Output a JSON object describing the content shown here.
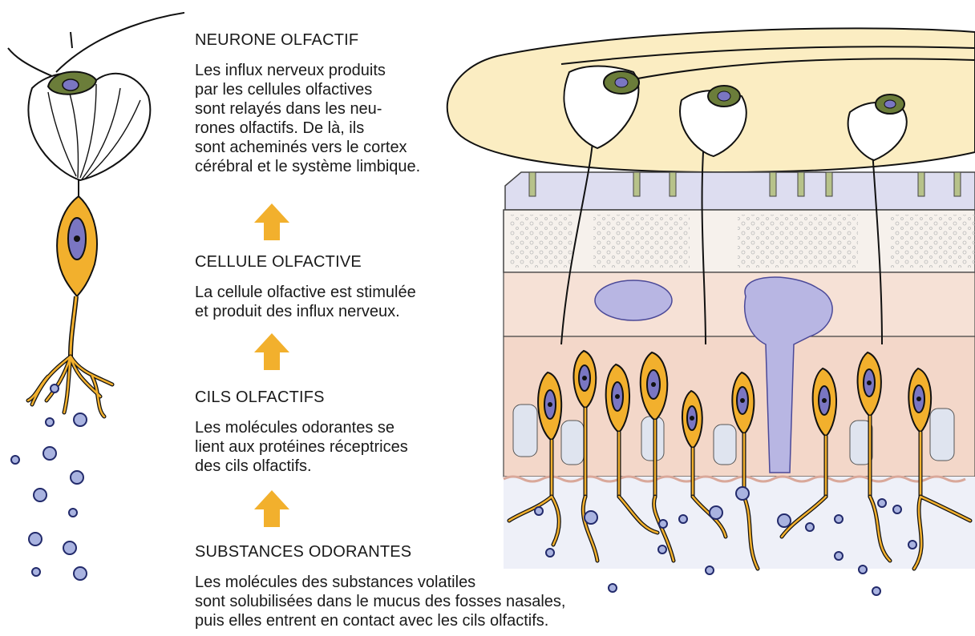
{
  "colors": {
    "neuron_green": "#6b7d3a",
    "cell_orange": "#f2b02d",
    "nucleus_blue": "#7a76c2",
    "arrow_orange": "#f2b02d",
    "bulb_cream": "#fbedc2",
    "tissue_pink": "#f6e1d6",
    "molecule_blue": "#5562a9"
  },
  "sections": [
    {
      "heading": "NEURONE OLFACTIF",
      "body": "Les influx nerveux produits\npar les cellules olfactives\nsont relayés dans les neu-\nrones olfactifs. De là, ils\nsont acheminés vers le cortex\ncérébral et le système limbique."
    },
    {
      "heading": "CELLULE OLFACTIVE",
      "body": "La cellule olfactive est stimulée\net produit des influx nerveux."
    },
    {
      "heading": "CILS OLFACTIFS",
      "body": "Les molécules odorantes se\nlient aux protéines réceptrices\ndes cils olfactifs."
    },
    {
      "heading": "SUBSTANCES ODORANTES",
      "body": "Les molécules des substances volatiles\nsont solubilisées dans le mucus des fosses nasales,\npuis elles entrent en contact avec les cils olfactifs."
    }
  ],
  "arrows": [
    "arrow-up-icon",
    "arrow-up-icon",
    "arrow-up-icon"
  ]
}
